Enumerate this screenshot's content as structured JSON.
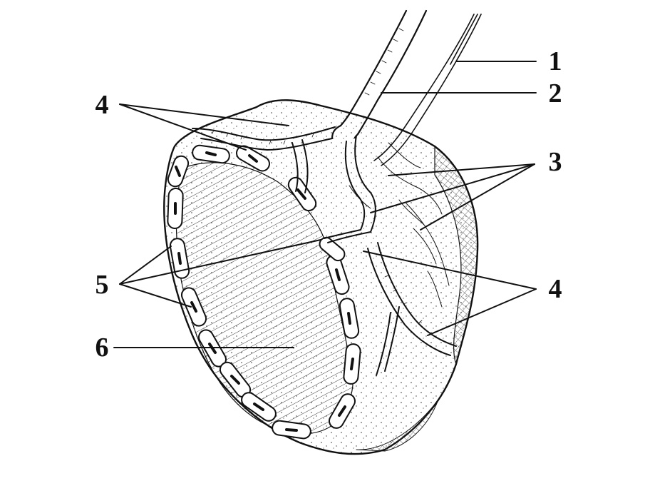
{
  "figure": {
    "labels": {
      "l1": "1",
      "l2": "2",
      "l3": "3",
      "l4_left": "4",
      "l4_right": "4",
      "l5": "5",
      "l6": "6"
    },
    "colors": {
      "ink": "#111111",
      "background": "#ffffff"
    }
  }
}
